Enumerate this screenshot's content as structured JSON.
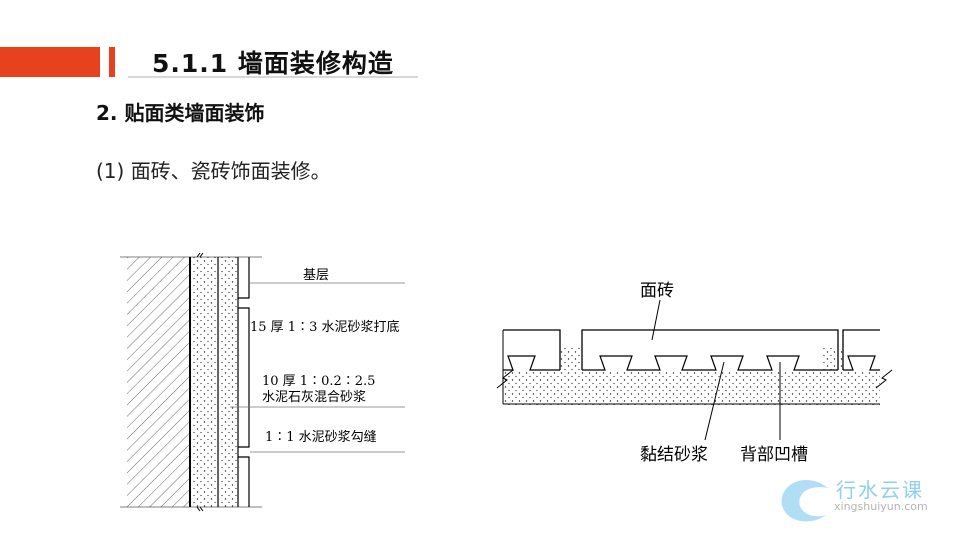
{
  "header": {
    "title": "5.1.1  墙面装修构造",
    "accent_color": "#e8411e"
  },
  "section": {
    "heading": "2. 贴面类墙面装饰",
    "item": "(1) 面砖、瓷砖饰面装修。"
  },
  "diagram_left": {
    "labels": [
      "基层",
      "15 厚 1∶3 水泥砂浆打底",
      "10 厚 1∶0.2∶2.5",
      "水泥石灰混合砂浆",
      "1∶1 水泥砂浆勾缝"
    ]
  },
  "diagram_right": {
    "labels": {
      "tile": "面砖",
      "mortar": "黏结砂浆",
      "groove": "背部凹槽"
    }
  },
  "watermark": {
    "name": "行水云课",
    "url": "xingshuiyun.com"
  }
}
